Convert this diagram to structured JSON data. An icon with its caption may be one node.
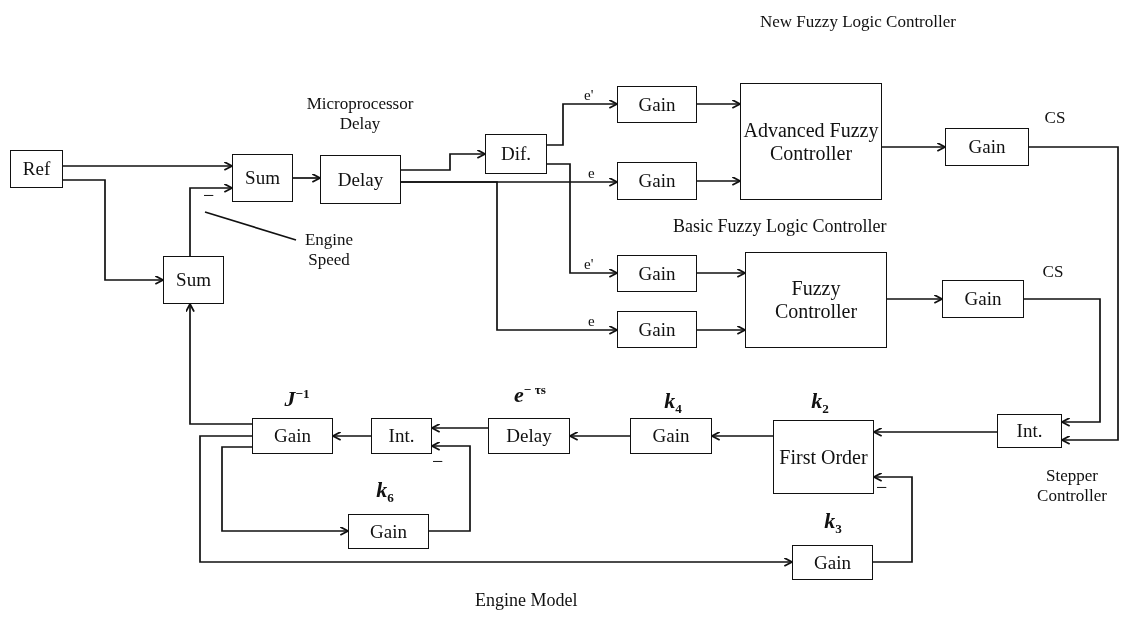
{
  "diagram": {
    "nodes": [
      {
        "text": [
          "Ref"
        ]
      },
      {
        "text": [
          "Sum"
        ]
      },
      {
        "text": [
          "Delay"
        ],
        "beside": [
          "Microprocessor Delay"
        ]
      },
      {
        "text": [
          "Sum"
        ]
      },
      {
        "text": [
          "Dif."
        ]
      },
      {
        "text": [
          "Gain"
        ]
      },
      {
        "text": [
          "Gain"
        ]
      },
      {
        "text": [
          "Advanced Fuzzy Controller"
        ]
      },
      {
        "text": [
          "Gain"
        ],
        "beside": [
          "CS"
        ]
      },
      {
        "text": [
          "Gain"
        ]
      },
      {
        "text": [
          "Gain"
        ]
      },
      {
        "text": [
          "Fuzzy Controller"
        ]
      },
      {
        "text": [
          "Gain"
        ],
        "beside": [
          "CS"
        ]
      },
      {
        "text": [
          "Int."
        ],
        "beside": [
          "Stepper Controller"
        ]
      },
      {
        "text": [
          "First Order"
        ],
        "beside": [
          "k$_{2}$"
        ]
      },
      {
        "text": [
          "Gain"
        ],
        "beside": [
          "k$_{4}$"
        ]
      },
      {
        "text": [
          "Delay"
        ],
        "beside": [
          "e$^{− τs}$"
        ]
      },
      {
        "text": [
          "Int."
        ]
      },
      {
        "text": [
          "Gain"
        ],
        "beside": [
          "J$^{−1}$"
        ]
      },
      {
        "text": [
          "Gain"
        ],
        "beside": [
          "k$_{6}$"
        ]
      },
      {
        "text": [
          "Gain"
        ],
        "beside": [
          "k$_{3}$"
        ]
      },
      {
        "text": [
          "Engine Speed"
        ]
      }
    ],
    "edges": [
      {
        "from": 0,
        "to": 1,
        "arrow": "to"
      },
      {
        "from": 0,
        "to": 3,
        "arrow": "to"
      },
      {
        "from": 3,
        "to": 1,
        "arrow": "to"
      },
      {
        "from": 1,
        "to": 2,
        "arrow": "to"
      },
      {
        "from": 2,
        "to": 4,
        "arrow": "to"
      },
      {
        "from": 2,
        "to": 6,
        "arrow": "to",
        "label": "e"
      },
      {
        "from": 2,
        "to": 10,
        "arrow": "to",
        "label": "e"
      },
      {
        "from": 4,
        "to": 5,
        "arrow": "to",
        "label": "e'"
      },
      {
        "from": 4,
        "to": 9,
        "arrow": "to",
        "label": "e'"
      },
      {
        "from": 5,
        "to": 7,
        "arrow": "to"
      },
      {
        "from": 6,
        "to": 7,
        "arrow": "to"
      },
      {
        "from": 9,
        "to": 11,
        "arrow": "to"
      },
      {
        "from": 10,
        "to": 11,
        "arrow": "to"
      },
      {
        "from": 7,
        "to": 8,
        "arrow": "to"
      },
      {
        "from": 11,
        "to": 12,
        "arrow": "to"
      },
      {
        "from": 8,
        "to": 13,
        "arrow": "to"
      },
      {
        "from": 12,
        "to": 13,
        "arrow": "to"
      },
      {
        "from": 13,
        "to": 14,
        "arrow": "to"
      },
      {
        "from": 14,
        "to": 15,
        "arrow": "to"
      },
      {
        "from": 15,
        "to": 16,
        "arrow": "to"
      },
      {
        "from": 16,
        "to": 17,
        "arrow": "to"
      },
      {
        "from": 17,
        "to": 18,
        "arrow": "to"
      },
      {
        "from": 18,
        "to": 3,
        "arrow": "to"
      },
      {
        "from": 18,
        "to": 19,
        "arrow": "to"
      },
      {
        "from": 19,
        "to": 17,
        "arrow": "to"
      },
      {
        "from": 18,
        "to": 20,
        "arrow": "to"
      },
      {
        "from": 20,
        "to": 14,
        "arrow": "to"
      },
      {
        "from": 21,
        "to": null,
        "arrow": "none"
      }
    ],
    "labels": [
      "New Fuzzy Logic Controller",
      "Basic Fuzzy Logic Controller",
      "−",
      "−",
      "−",
      "Engine Model"
    ]
  }
}
